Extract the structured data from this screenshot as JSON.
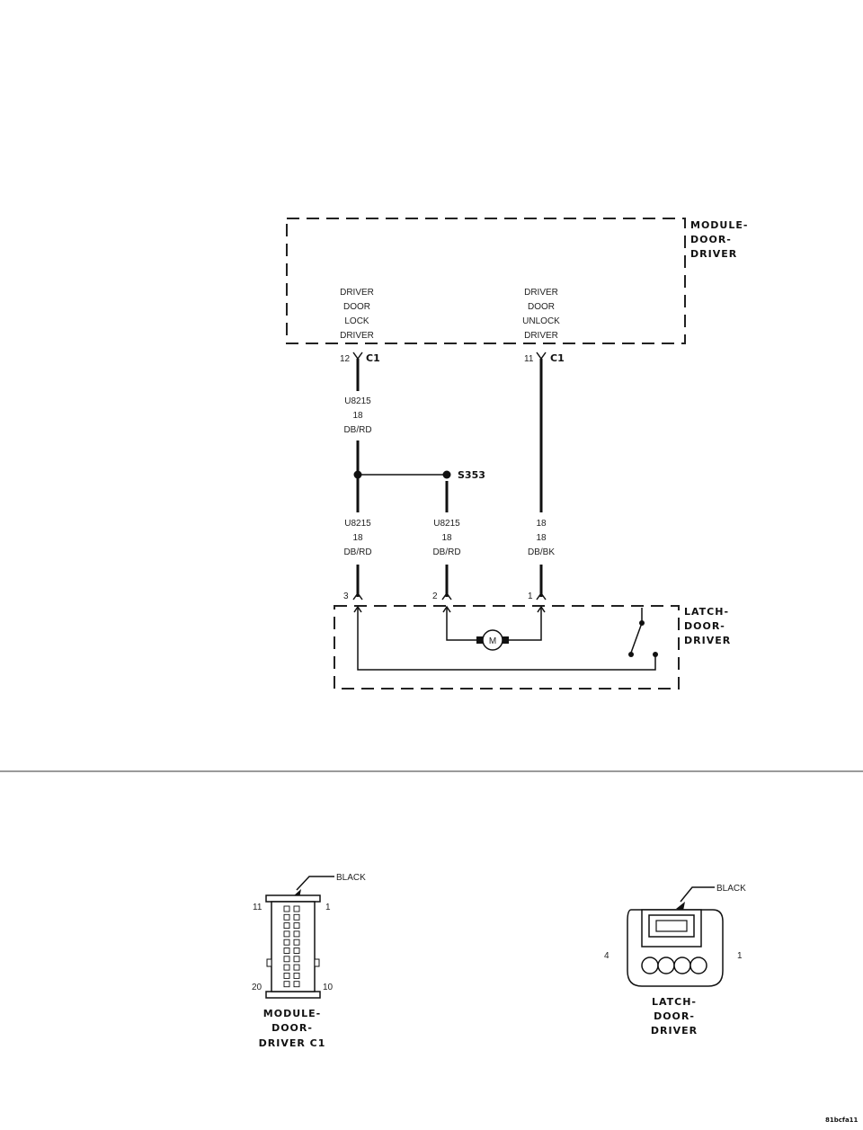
{
  "module": {
    "name_lines": [
      "MODULE-",
      "DOOR-",
      "DRIVER"
    ],
    "lock_lines": [
      "DRIVER",
      "DOOR",
      "LOCK",
      "DRIVER"
    ],
    "unlock_lines": [
      "DRIVER",
      "DOOR",
      "UNLOCK",
      "DRIVER"
    ],
    "lock_pin": "12",
    "unlock_pin": "11",
    "connector": "C1"
  },
  "wires": {
    "top_left": [
      "U8215",
      "18",
      "DB/RD"
    ],
    "lower_left": [
      "U8215",
      "18",
      "DB/RD"
    ],
    "lower_mid": [
      "U8215",
      "18",
      "DB/RD"
    ],
    "lower_right": [
      "18",
      "18",
      "DB/BK"
    ]
  },
  "splice": "S353",
  "latch": {
    "name_lines": [
      "LATCH-",
      "DOOR-",
      "DRIVER"
    ],
    "pin_left": "3",
    "pin_mid": "2",
    "pin_right": "1",
    "motor": "M"
  },
  "connector_views": {
    "module": {
      "color": "BLACK",
      "pin_tl": "11",
      "pin_tr": "1",
      "pin_bl": "20",
      "pin_br": "10",
      "name_lines": [
        "MODULE-",
        "DOOR-",
        "DRIVER C1"
      ]
    },
    "latch": {
      "color": "BLACK",
      "pin_left": "4",
      "pin_right": "1",
      "name_lines": [
        "LATCH-",
        "DOOR-",
        "DRIVER"
      ]
    }
  },
  "figure_id": "81bcfa11"
}
